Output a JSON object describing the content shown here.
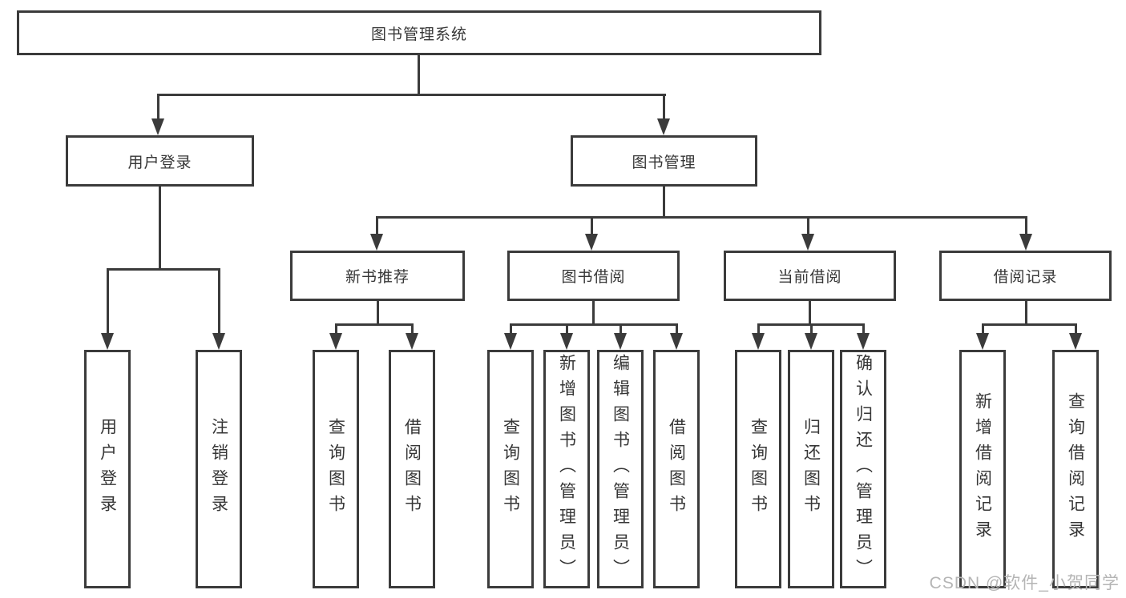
{
  "tree": {
    "root": "图书管理系统",
    "user": {
      "label": "用户登录",
      "children": [
        "用户登录",
        "注销登录"
      ]
    },
    "mgmt": {
      "label": "图书管理",
      "sections": [
        {
          "label": "新书推荐",
          "children": [
            "查询图书",
            "借阅图书"
          ]
        },
        {
          "label": "图书借阅",
          "children": [
            "查询图书",
            "新增图书（管理员）",
            "编辑图书（管理员）",
            "借阅图书"
          ]
        },
        {
          "label": "当前借阅",
          "children": [
            "查询图书",
            "归还图书",
            "确认归还（管理员）"
          ]
        },
        {
          "label": "借阅记录",
          "children": [
            "新增借阅记录",
            "查询借阅记录"
          ]
        }
      ]
    }
  },
  "watermark": "CSDN @软件_小贺同学",
  "colors": {
    "line": "#3b3b3b",
    "text": "#363636",
    "background": "#ffffff",
    "watermark": "#b5b5b5"
  }
}
